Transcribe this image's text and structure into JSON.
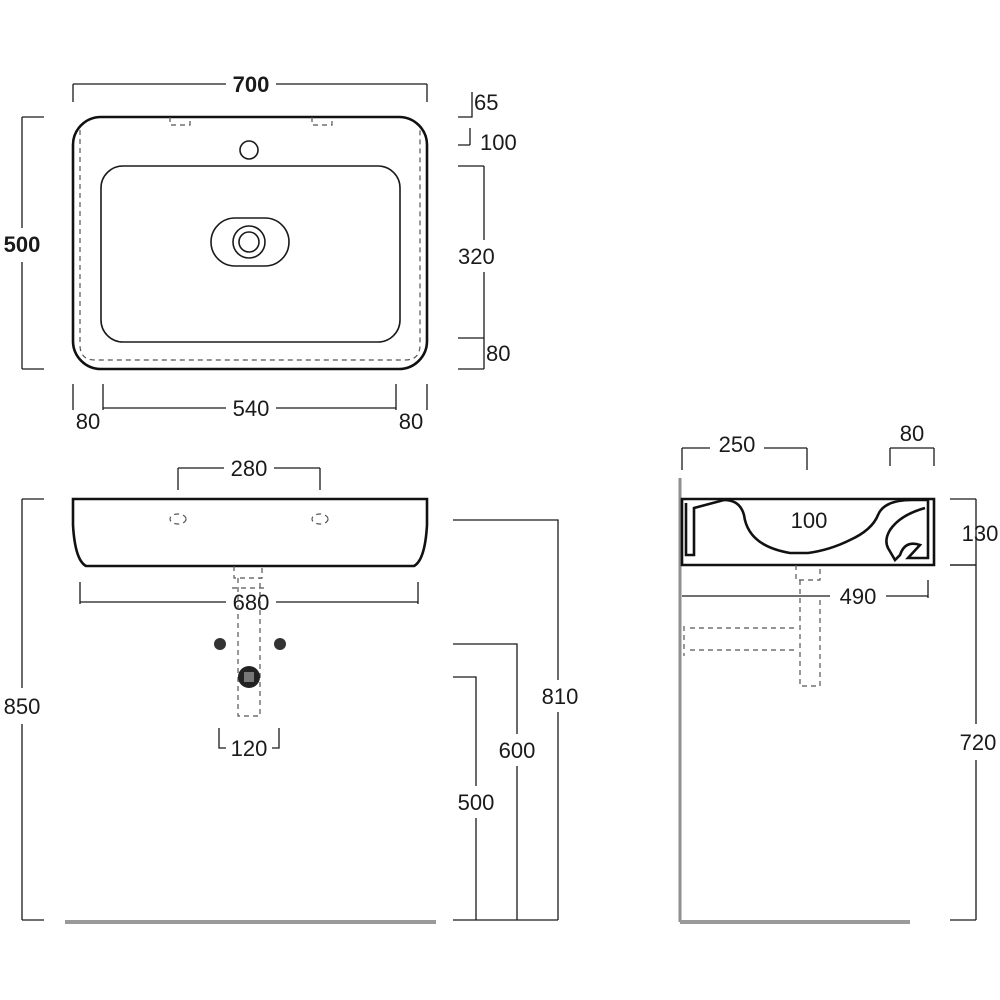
{
  "top_view": {
    "width_label": "700",
    "depth_label": "500",
    "tap_hole_offset_label": "65",
    "bowl_offset_label": "100",
    "bowl_depth_label": "320",
    "front_rim_label": "80",
    "left_rim_label": "80",
    "bowl_width_label": "540",
    "right_rim_label": "80"
  },
  "front_view": {
    "fixing_spacing_label": "280",
    "base_width_label": "680",
    "total_height_label": "850",
    "rim_height_label": "810",
    "drain_height_label": "600",
    "supply_height_label": "500",
    "supply_spacing_label": "120"
  },
  "side_view": {
    "drain_offset_label": "250",
    "back_rim_label": "80",
    "bowl_drop_label": "100",
    "basin_height_label": "130",
    "projection_label": "490",
    "bottom_height_label": "720"
  }
}
